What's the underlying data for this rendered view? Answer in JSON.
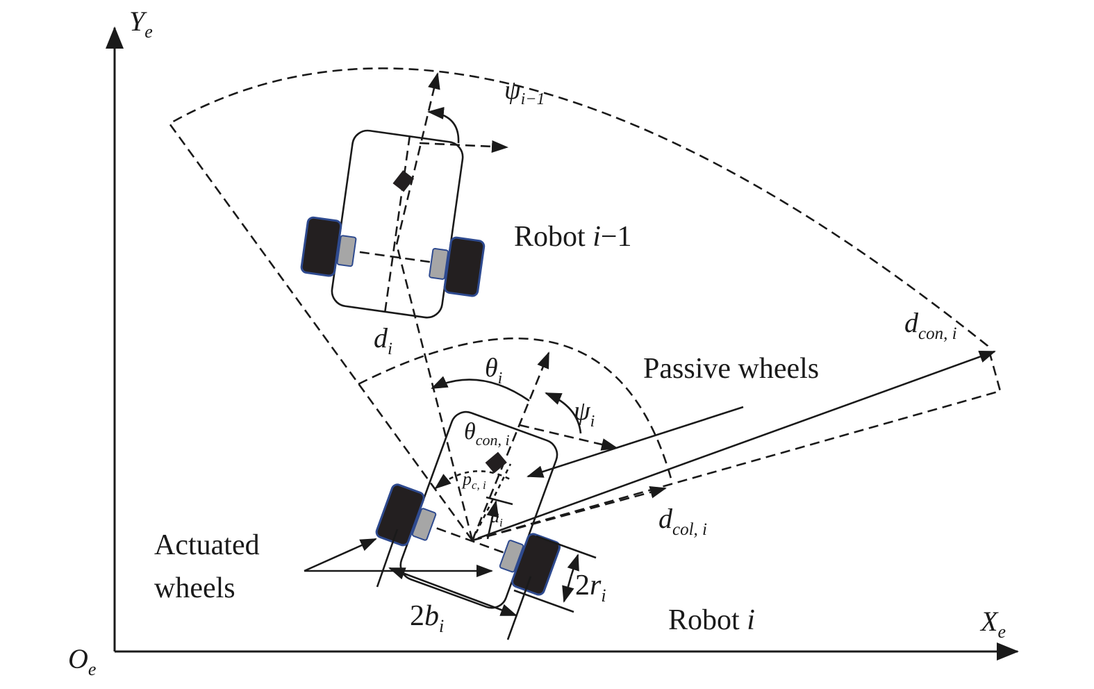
{
  "axes": {
    "x": {
      "main": "X",
      "sub": "e"
    },
    "y": {
      "main": "Y",
      "sub": "e"
    },
    "origin": {
      "main": "O",
      "sub": "e"
    }
  },
  "labels": {
    "robot_prev": {
      "prefix": "Robot ",
      "var": "i",
      "suffix": "−1"
    },
    "robot_cur": {
      "prefix": "Robot ",
      "var": "i"
    },
    "passive_wheels": "Passive wheels",
    "actuated_line1": "Actuated",
    "actuated_line2": "wheels",
    "psi_prev": {
      "main": "ψ",
      "sub": "i−1"
    },
    "psi_i": {
      "main": "ψ",
      "sub": "i"
    },
    "theta_i": {
      "main": "θ",
      "sub": "i"
    },
    "theta_con": {
      "main": "θ",
      "sub": "con, i"
    },
    "d_i": {
      "main": "d",
      "sub": "i"
    },
    "d_con": {
      "main": "d",
      "sub": "con, i"
    },
    "d_col": {
      "main": "d",
      "sub": "col, i"
    },
    "p_c": {
      "main": "p",
      "sub": "c, i"
    },
    "a_i": {
      "main": "a",
      "sub": "i"
    },
    "two_b": {
      "coef": "2",
      "main": "b",
      "sub": "i"
    },
    "two_r": {
      "coef": "2",
      "main": "r",
      "sub": "i"
    }
  },
  "colors": {
    "line": "#1a1a1a",
    "wheel_fill": "#231f20",
    "wheel_border": "#2e4a8f",
    "hub_fill": "#a6a6a6"
  }
}
